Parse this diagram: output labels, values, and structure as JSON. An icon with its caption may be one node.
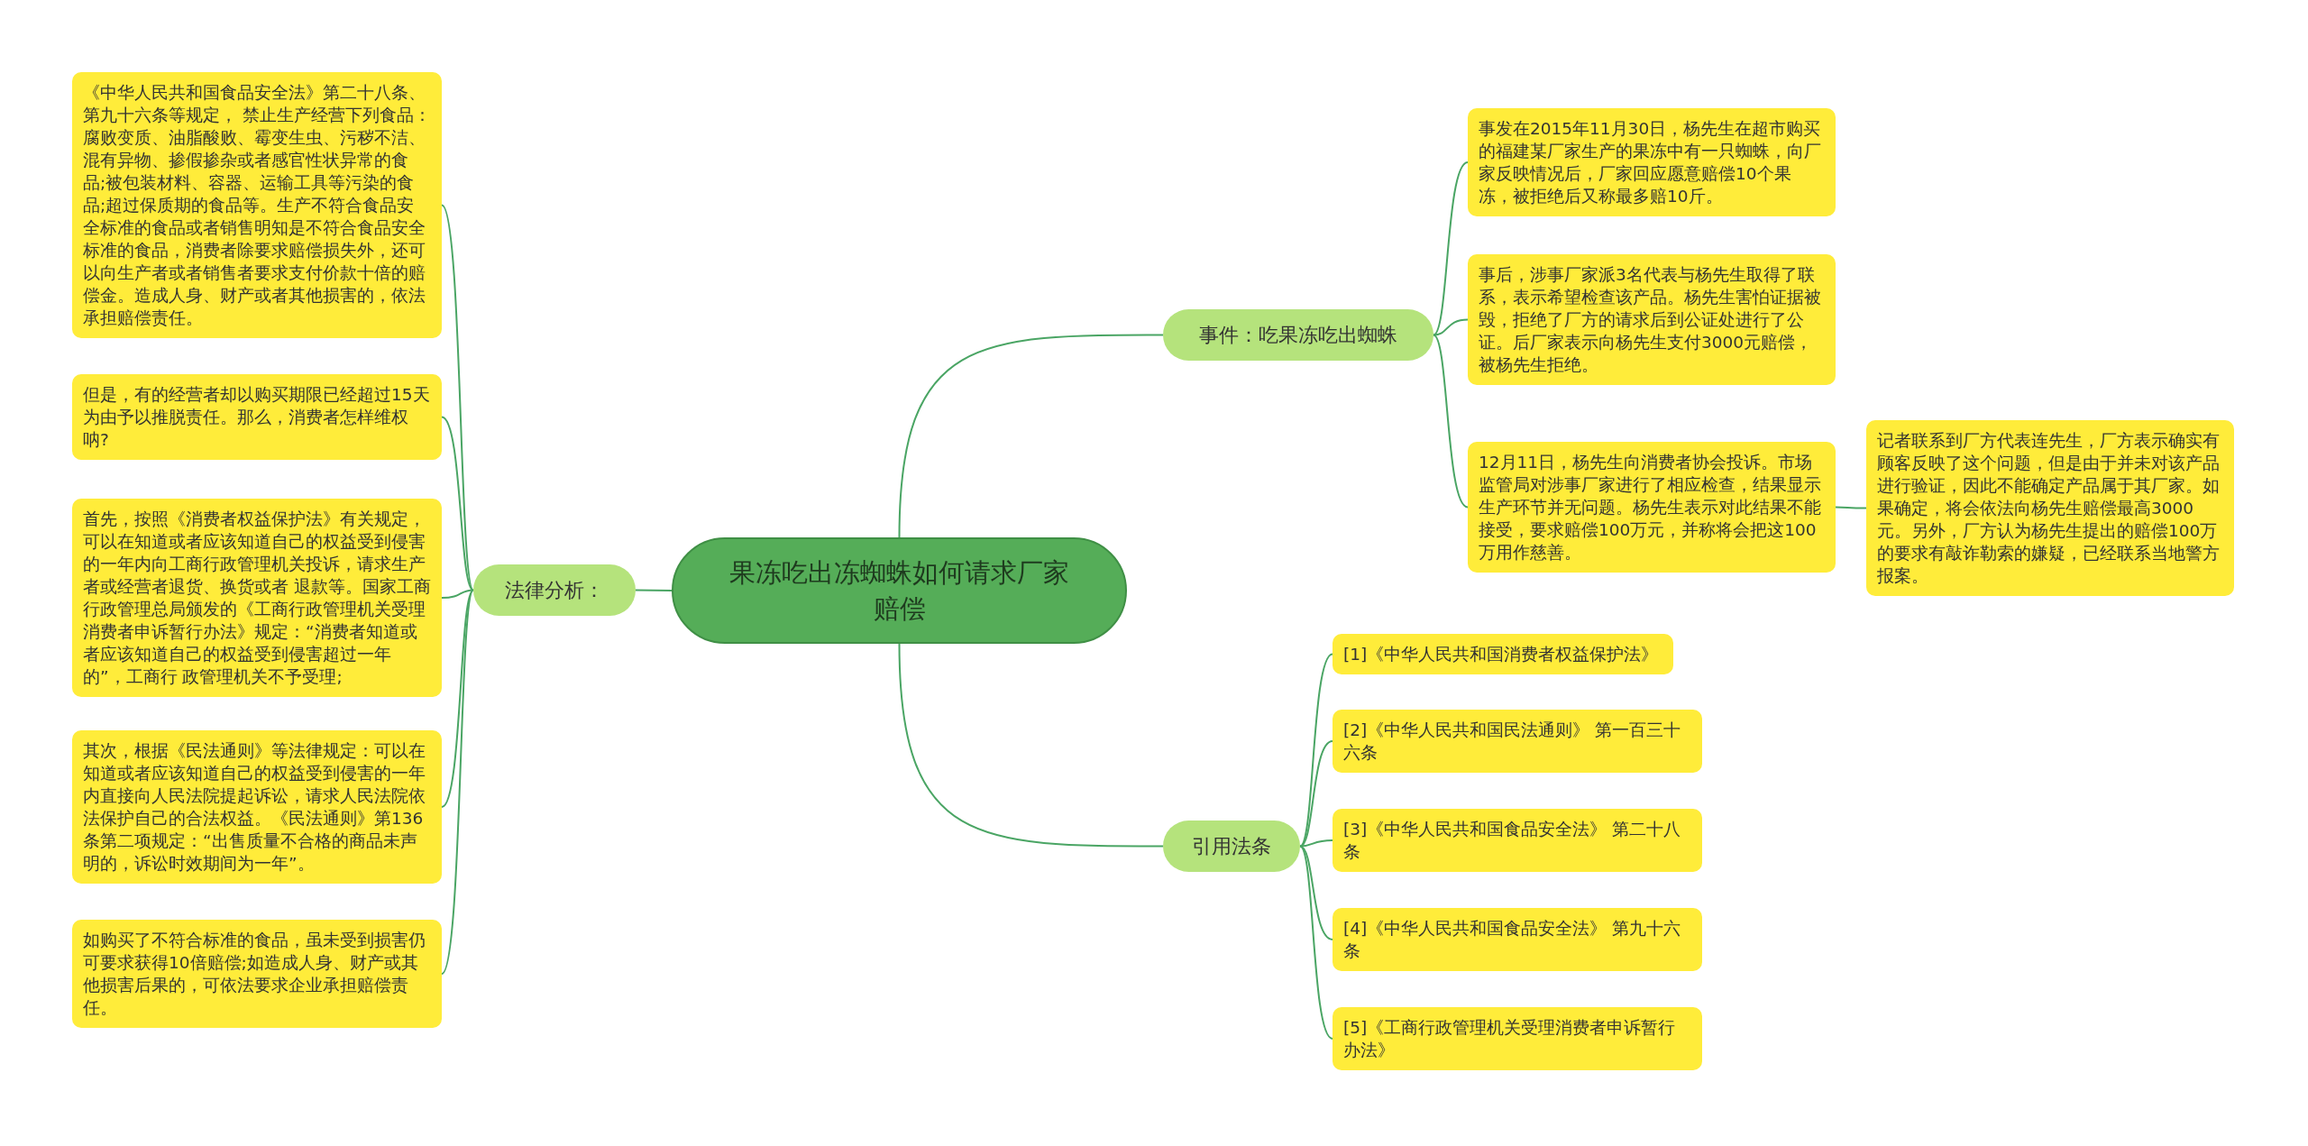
{
  "diagram": {
    "nodes": [
      {
        "text": [
          "果冻吃出冻蜘蛛如何请求厂家赔偿"
        ]
      },
      {
        "text": [
          "事件：吃果冻吃出蜘蛛"
        ]
      },
      {
        "text": [
          "事发在2015年11月30日，杨先生在超市购买的福建某厂家生产的果冻中有一只蜘蛛，向厂家反映情况后，厂家回应愿意赔偿10个果冻，被拒绝后又称最多赔10斤。"
        ]
      },
      {
        "text": [
          "事后，涉事厂家派3名代表与杨先生取得了联系，表示希望检查该产品。杨先生害怕证据被毁，拒绝了厂方的请求后到公证处进行了公证。后厂家表示向杨先生支付3000元赔偿，被杨先生拒绝。"
        ]
      },
      {
        "text": [
          "12月11日，杨先生向消费者协会投诉。市场监管局对涉事厂家进行了相应检查，结果显示生产环节并无问题。杨先生表示对此结果不能接受，要求赔偿100万元，并称将会把这100万用作慈善。"
        ]
      },
      {
        "text": [
          "记者联系到厂方代表连先生，厂方表示确实有顾客反映了这个问题，但是由于并未对该产品进行验证，因此不能确定产品属于其厂家。如果确定，将会依法向杨先生赔偿最高3000元。另外，厂方认为杨先生提出的赔偿100万的要求有敲诈勒索的嫌疑，已经联系当地警方报案。"
        ]
      },
      {
        "text": [
          "法律分析："
        ]
      },
      {
        "text": [
          "《中华人民共和国食品安全法》第二十八条、第九十六条等规定， 禁止生产经营下列食品：腐败变质、油脂酸败、霉变生虫、污秽不洁、混有异物、掺假掺杂或者感官性状异常的食品;被包装材料、容器、运输工具等污染的食品;超过保质期的食品等。生产不符合食品安全标准的食品或者销售明知是不符合食品安全标准的食品，消费者除要求赔偿损失外，还可以向生产者或者销售者要求支付价款十倍的赔偿金。造成人身、财产或者其他损害的，依法承担赔偿责任。"
        ]
      },
      {
        "text": [
          "但是，有的经营者却以购买期限已经超过15天为由予以推脱责任。那么，消费者怎样维权呐?"
        ]
      },
      {
        "text": [
          "首先，按照《消费者权益保护法》有关规定，可以在知道或者应该知道自己的权益受到侵害的一年内向工商行政管理机关投诉，请求生产者或经营者退货、换货或者 退款等。国家工商行政管理总局颁发的《工商行政管理机关受理消费者申诉暂行办法》规定：“消费者知道或者应该知道自己的权益受到侵害超过一年的”，工商行 政管理机关不予受理;"
        ]
      },
      {
        "text": [
          "其次，根据《民法通则》等法律规定：可以在知道或者应该知道自己的权益受到侵害的一年内直接向人民法院提起诉讼，请求人民法院依法保护自己的合法权益。《民法通则》第136条第二项规定：“出售质量不合格的商品未声明的，诉讼时效期间为一年”。"
        ]
      },
      {
        "text": [
          "如购买了不符合标准的食品，虽未受到损害仍可要求获得10倍赔偿;如造成人身、财产或其他损害后果的，可依法要求企业承担赔偿责任。"
        ]
      },
      {
        "text": [
          "引用法条"
        ]
      },
      {
        "text": [
          "[1]《中华人民共和国消费者权益保护法》"
        ]
      },
      {
        "text": [
          "[2]《中华人民共和国民法通则》 第一百三十六条"
        ]
      },
      {
        "text": [
          "[3]《中华人民共和国食品安全法》 第二十八条"
        ]
      },
      {
        "text": [
          "[4]《中华人民共和国食品安全法》 第九十六条"
        ]
      },
      {
        "text": [
          "[5]《工商行政管理机关受理消费者申诉暂行办法》"
        ]
      }
    ],
    "edges": [
      {
        "from": 0,
        "to": 1,
        "arrow": "none"
      },
      {
        "from": 1,
        "to": 2,
        "arrow": "none"
      },
      {
        "from": 1,
        "to": 3,
        "arrow": "none"
      },
      {
        "from": 1,
        "to": 4,
        "arrow": "none"
      },
      {
        "from": 4,
        "to": 5,
        "arrow": "none"
      },
      {
        "from": 0,
        "to": 6,
        "arrow": "none"
      },
      {
        "from": 6,
        "to": 7,
        "arrow": "none"
      },
      {
        "from": 6,
        "to": 8,
        "arrow": "none"
      },
      {
        "from": 6,
        "to": 9,
        "arrow": "none"
      },
      {
        "from": 6,
        "to": 10,
        "arrow": "none"
      },
      {
        "from": 6,
        "to": 11,
        "arrow": "none"
      },
      {
        "from": 0,
        "to": 12,
        "arrow": "none"
      },
      {
        "from": 12,
        "to": 13,
        "arrow": "none"
      },
      {
        "from": 12,
        "to": 14,
        "arrow": "none"
      },
      {
        "from": 12,
        "to": 15,
        "arrow": "none"
      },
      {
        "from": 12,
        "to": 16,
        "arrow": "none"
      },
      {
        "from": 12,
        "to": 17,
        "arrow": "none"
      }
    ]
  }
}
